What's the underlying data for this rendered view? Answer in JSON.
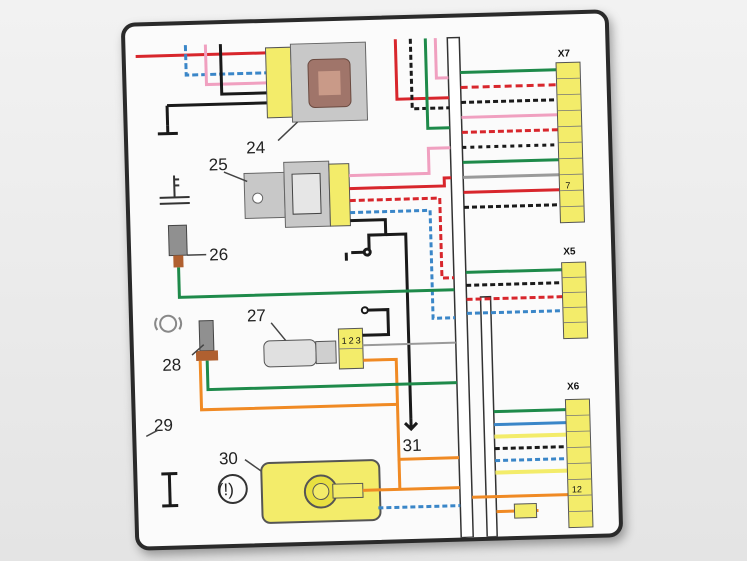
{
  "components": {
    "c24": "24",
    "c25": "25",
    "c26": "26",
    "c27": "27",
    "c28": "28",
    "c29": "29",
    "c30": "30",
    "c31": "31"
  },
  "connectors": {
    "x7": "X7",
    "x6": "X6",
    "x5": "X5"
  },
  "pins": {
    "x7_pin": "7",
    "x6_pin": "12",
    "sensor27": [
      "1",
      "2",
      "3"
    ]
  },
  "symbols": {
    "brake_warning": "(!)"
  },
  "colors": {
    "red": "#d8262c",
    "green": "#1e8a4a",
    "black": "#1a1a1a",
    "blue": "#3a86c8",
    "pink": "#f0a0c0",
    "orange": "#f08a24",
    "yellow": "#f3ec6a",
    "gray": "#9a9a9a"
  }
}
